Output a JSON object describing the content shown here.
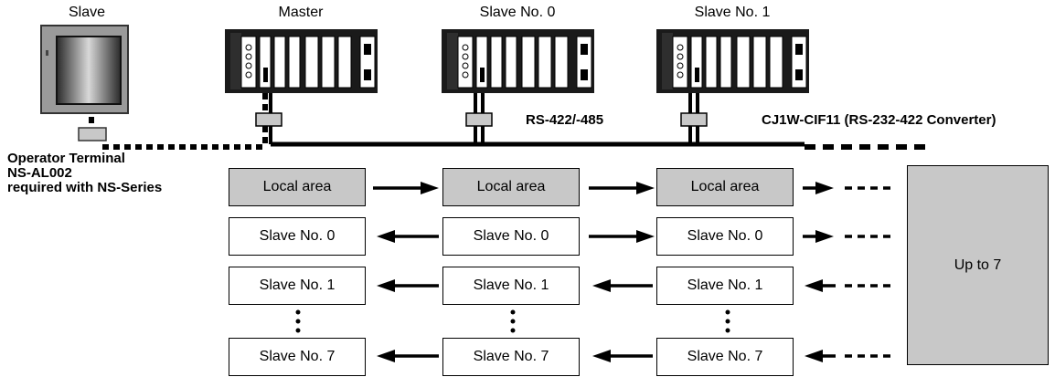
{
  "devices": {
    "slave_terminal": "Slave",
    "master": "Master",
    "slave0": "Slave No. 0",
    "slave1": "Slave No. 1"
  },
  "network": {
    "rs_label": "RS-422/-485",
    "converter_label": "CJ1W-CIF11 (RS-232-422 Converter)"
  },
  "operator_terminal": {
    "line1": "Operator Terminal",
    "line2": "NS-AL002",
    "line3": "required with NS-Series"
  },
  "table": {
    "rows": [
      [
        "Local area",
        "Local area",
        "Local area"
      ],
      [
        "Slave No. 0",
        "Slave No. 0",
        "Slave No. 0"
      ],
      [
        "Slave No. 1",
        "Slave No. 1",
        "Slave No. 1"
      ],
      [
        "Slave No. 7",
        "Slave No. 7",
        "Slave No. 7"
      ]
    ],
    "up_to": "Up to 7"
  }
}
